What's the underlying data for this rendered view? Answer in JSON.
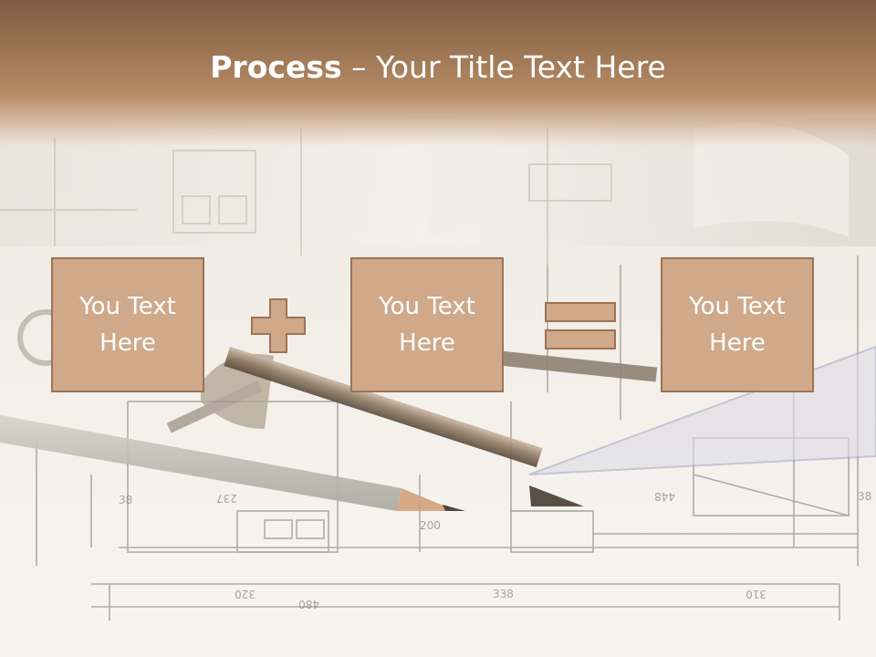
{
  "slide": {
    "title_bold": "Process",
    "title_rest": " – Your Title Text Here",
    "boxes": [
      {
        "label": "You Text Here"
      },
      {
        "label": "You Text Here"
      },
      {
        "label": "You Text Here"
      }
    ],
    "operators": [
      "plus-icon",
      "equals-icon"
    ],
    "background_image": "blueprint-with-drafting-tools",
    "colors": {
      "title_band": "#9c7554",
      "box_fill": "#cfa98a",
      "box_border": "#9c7455",
      "text": "#ffffff"
    }
  }
}
